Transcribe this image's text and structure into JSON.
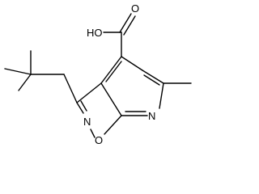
{
  "molecule": {
    "atoms": {
      "hydroxyl": "HO",
      "carbonyl_oxygen": "O",
      "pyridine_nitrogen": "N",
      "isoxazole_nitrogen": "N",
      "ring_oxygen": "O"
    },
    "colors": {
      "bond": "#000000",
      "label": "#000000",
      "background": "#ffffff"
    }
  }
}
